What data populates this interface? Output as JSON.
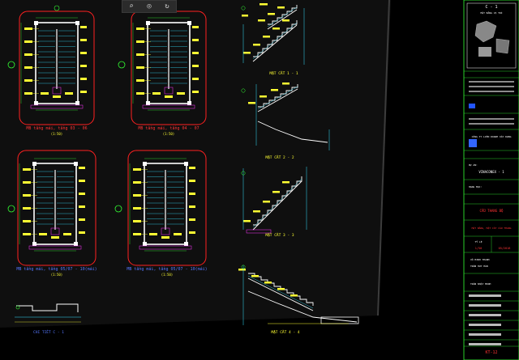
{
  "toolbar": {
    "search_icon": "search-icon",
    "globe_icon": "globe-icon",
    "refresh_icon": "refresh-icon"
  },
  "plans": [
    {
      "caption": "MB tầng mái, tầng 03 - 06"
    },
    {
      "caption": "MB tầng mái, tầng 04 - 07"
    },
    {
      "caption": "MB tầng mái, tầng 05/07 - 10(mái)"
    },
    {
      "caption": "MB tầng mái, tầng 05/07 - 10(mái)"
    }
  ],
  "plan_scale": "(1:50)",
  "sections": [
    {
      "caption": "MẶT CẮT 1 - 1"
    },
    {
      "caption": "MẶT CẮT 2 - 2"
    },
    {
      "caption": "MẶT CẮT 3 - 3"
    },
    {
      "caption": "MẶT CẮT 4 - 4"
    }
  ],
  "detail_caption": "CHI TIẾT C - 1",
  "titleblock": {
    "key_title": "C - 1",
    "key_sub": "MẶT BẰNG VỊ TRÍ",
    "company": "CÔNG TY LIÊN DOANH XÂY DỰNG",
    "project_label": "DỰ ÁN:",
    "project_name": "VINACONEX - 1",
    "item_label": "HẠNG MỤC:",
    "drawing_name": "CẦU THANG BỘ",
    "drawing_sub": "MẶT BẰNG, MẶT CẮT CẦU THANG",
    "scale_label": "TỶ LỆ",
    "scale_value": "1/50",
    "date_value": "05/2018",
    "designer": "VÕ MINH THANH",
    "checker": "TRẦN HUY HÀN",
    "approver": "TRẦN NHẬT MINH",
    "sheet_no": "KT-12"
  },
  "colors": {
    "frame_red": "#ff2020",
    "wall_white": "#ffffff",
    "cyan": "#33e0ff",
    "yellow": "#ffff33",
    "green": "#33ff33",
    "magenta": "#ff33ff",
    "blue": "#3366ff"
  }
}
